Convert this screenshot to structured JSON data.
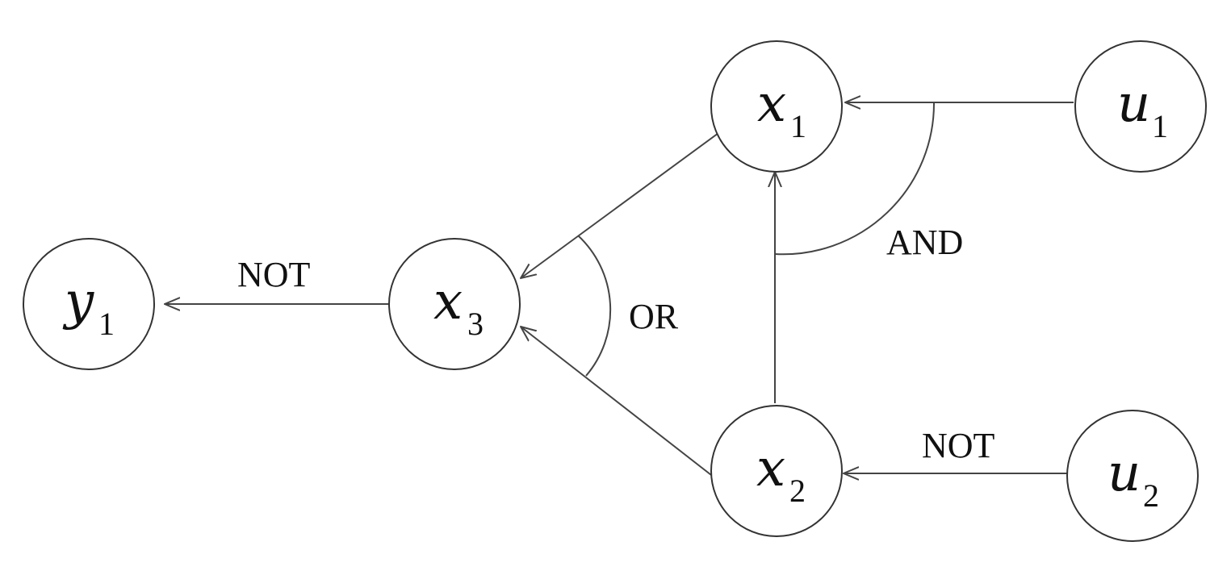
{
  "nodes": {
    "x1": {
      "var": "x",
      "sub": "1"
    },
    "u1": {
      "var": "u",
      "sub": "1"
    },
    "x3": {
      "var": "x",
      "sub": "3"
    },
    "y1": {
      "var": "y",
      "sub": "1"
    },
    "x2": {
      "var": "x",
      "sub": "2"
    },
    "u2": {
      "var": "u",
      "sub": "2"
    }
  },
  "labels": {
    "not_top": "NOT",
    "or": "OR",
    "and": "AND",
    "not_bottom": "NOT"
  }
}
